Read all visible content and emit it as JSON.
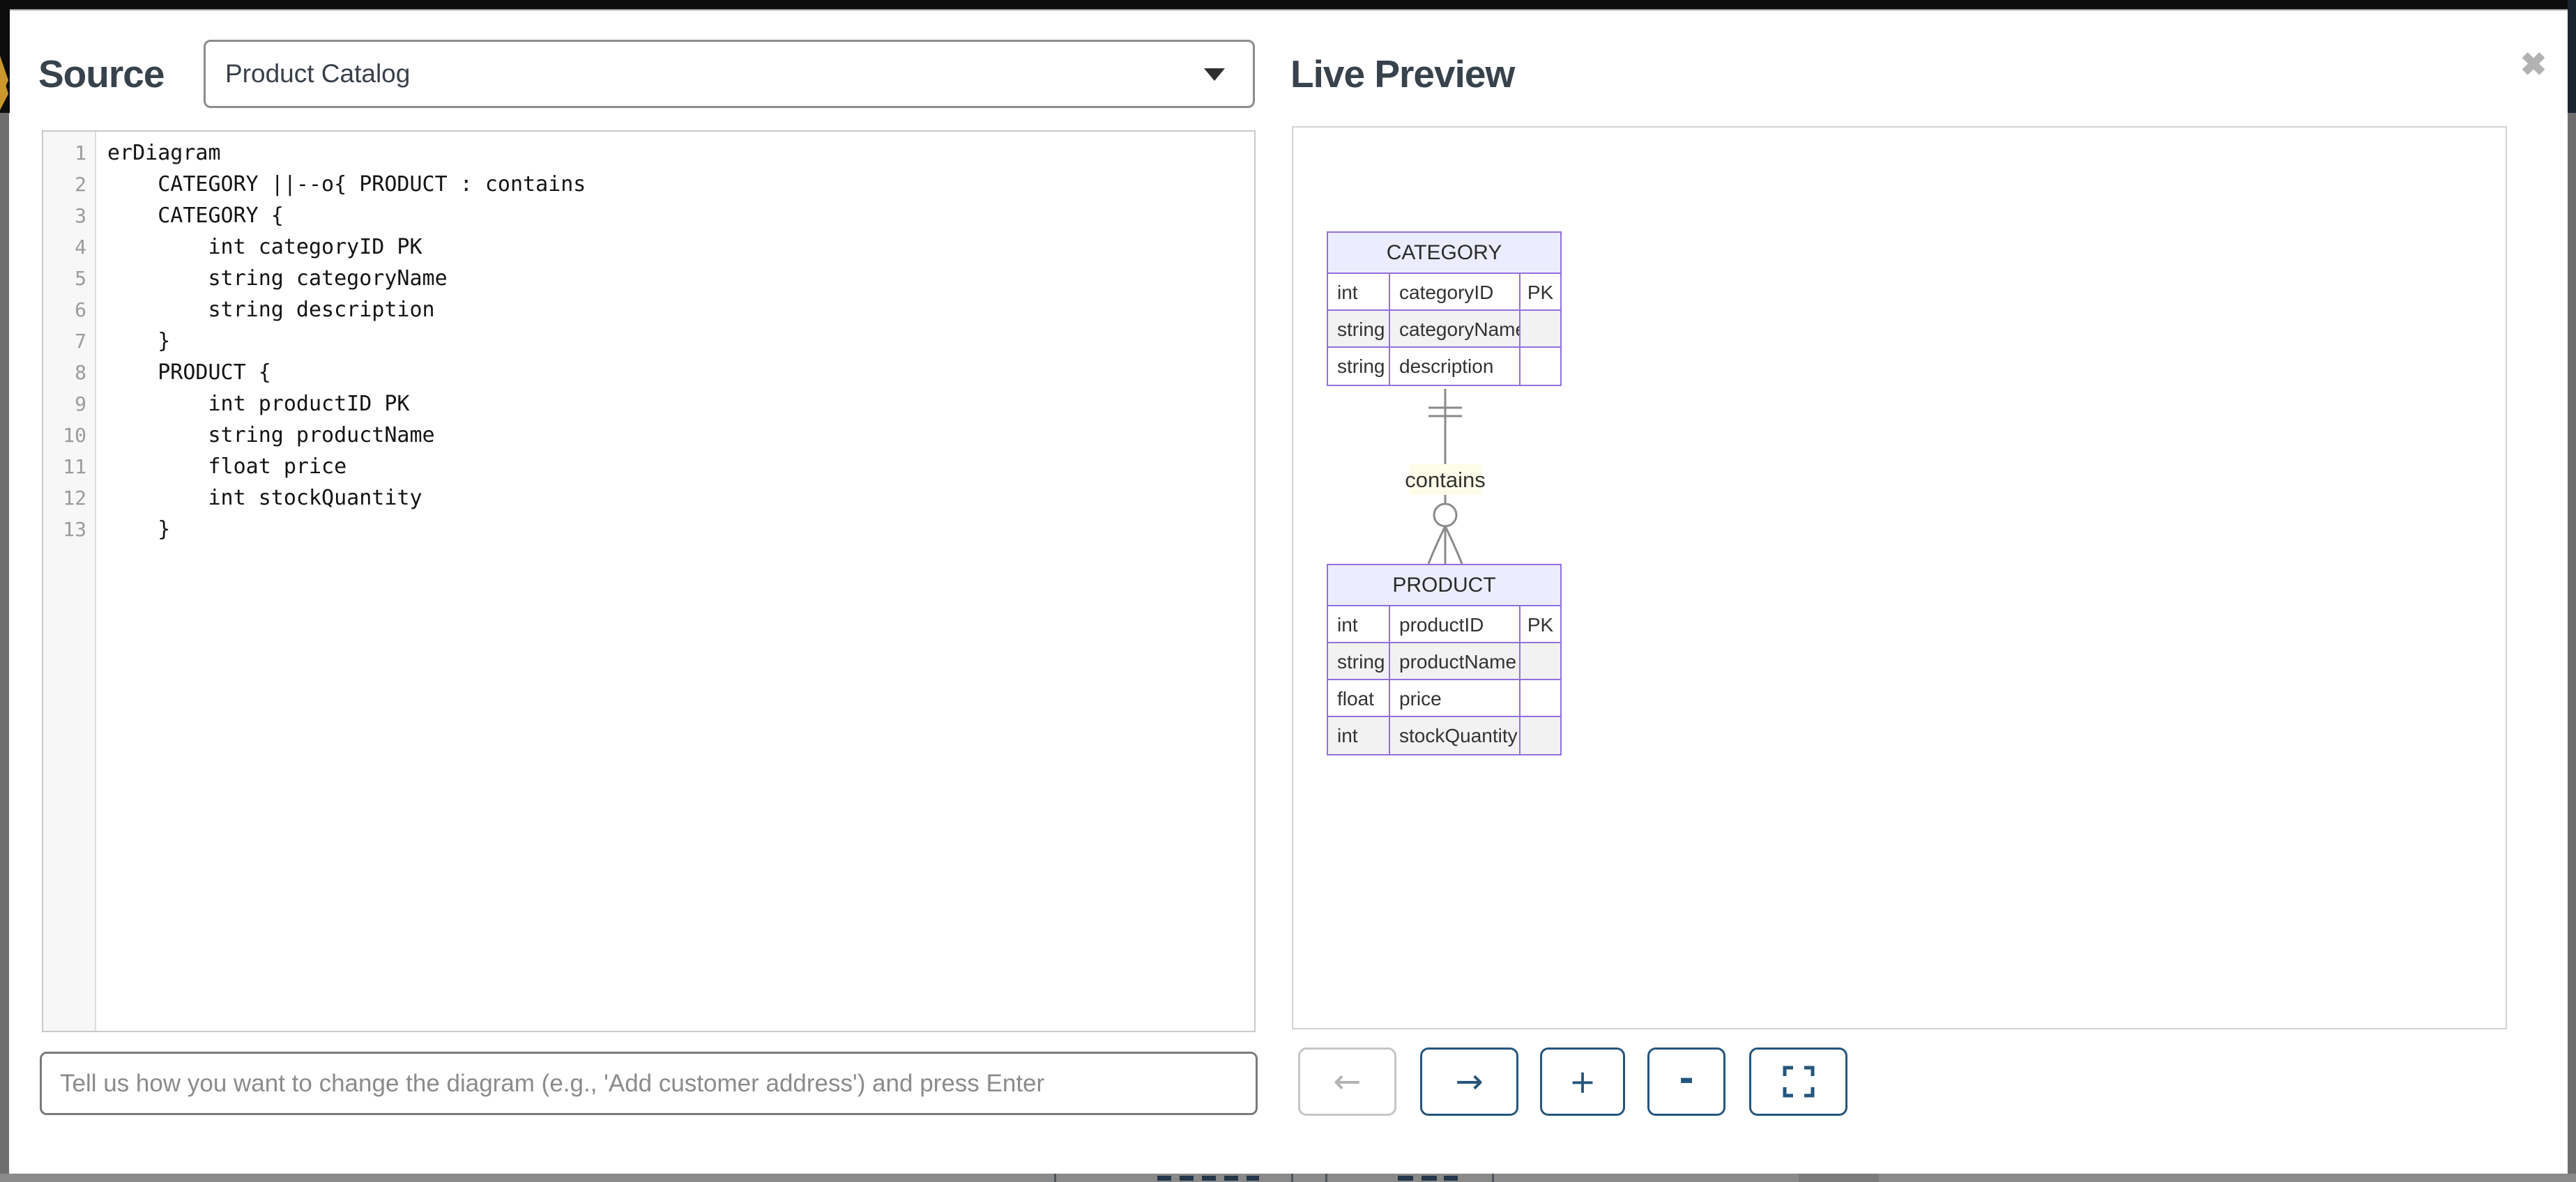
{
  "modal": {
    "source": {
      "title": "Source",
      "diagram_selector": {
        "value": "Product Catalog",
        "icon": "chevron-down"
      },
      "editor": {
        "lines": [
          "erDiagram",
          "    CATEGORY ||--o{ PRODUCT : contains",
          "    CATEGORY {",
          "        int categoryID PK",
          "        string categoryName",
          "        string description",
          "    }",
          "    PRODUCT {",
          "        int productID PK",
          "        string productName",
          "        float price",
          "        int stockQuantity",
          "    }"
        ]
      },
      "prompt": {
        "placeholder": "Tell us how you want to change the diagram (e.g., 'Add customer address') and press Enter"
      }
    },
    "preview": {
      "title": "Live Preview",
      "close_glyph": "✖",
      "diagram": {
        "entities": [
          {
            "name": "CATEGORY",
            "attributes": [
              {
                "type": "int",
                "name": "categoryID",
                "key": "PK"
              },
              {
                "type": "string",
                "name": "categoryName",
                "key": ""
              },
              {
                "type": "string",
                "name": "description",
                "key": ""
              }
            ]
          },
          {
            "name": "PRODUCT",
            "attributes": [
              {
                "type": "int",
                "name": "productID",
                "key": "PK"
              },
              {
                "type": "string",
                "name": "productName",
                "key": ""
              },
              {
                "type": "float",
                "name": "price",
                "key": ""
              },
              {
                "type": "int",
                "name": "stockQuantity",
                "key": ""
              }
            ]
          }
        ],
        "relationship": {
          "from": "CATEGORY",
          "to": "PRODUCT",
          "label": "contains",
          "cardinality": "||--o{",
          "meaning": "one to zero-or-many"
        }
      },
      "toolbar": {
        "buttons": [
          {
            "name": "back",
            "glyph": "←",
            "disabled": true
          },
          {
            "name": "forward",
            "glyph": "→",
            "disabled": false
          },
          {
            "name": "zoom-in",
            "glyph": "+",
            "disabled": false
          },
          {
            "name": "zoom-out",
            "glyph": "-",
            "disabled": false
          },
          {
            "name": "fullscreen",
            "glyph": "",
            "icon": "fullscreen-brackets",
            "disabled": false
          }
        ]
      }
    },
    "colors": {
      "entity_header_fill": "#ECECFF",
      "entity_border": "#9370DB",
      "entity_alt_row": "#f2f2f2",
      "relationship_line": "#8a8a8a",
      "relationship_label_bg": "#fdfdea",
      "button_accent": "#25567d",
      "title_color": "#37424c"
    }
  }
}
